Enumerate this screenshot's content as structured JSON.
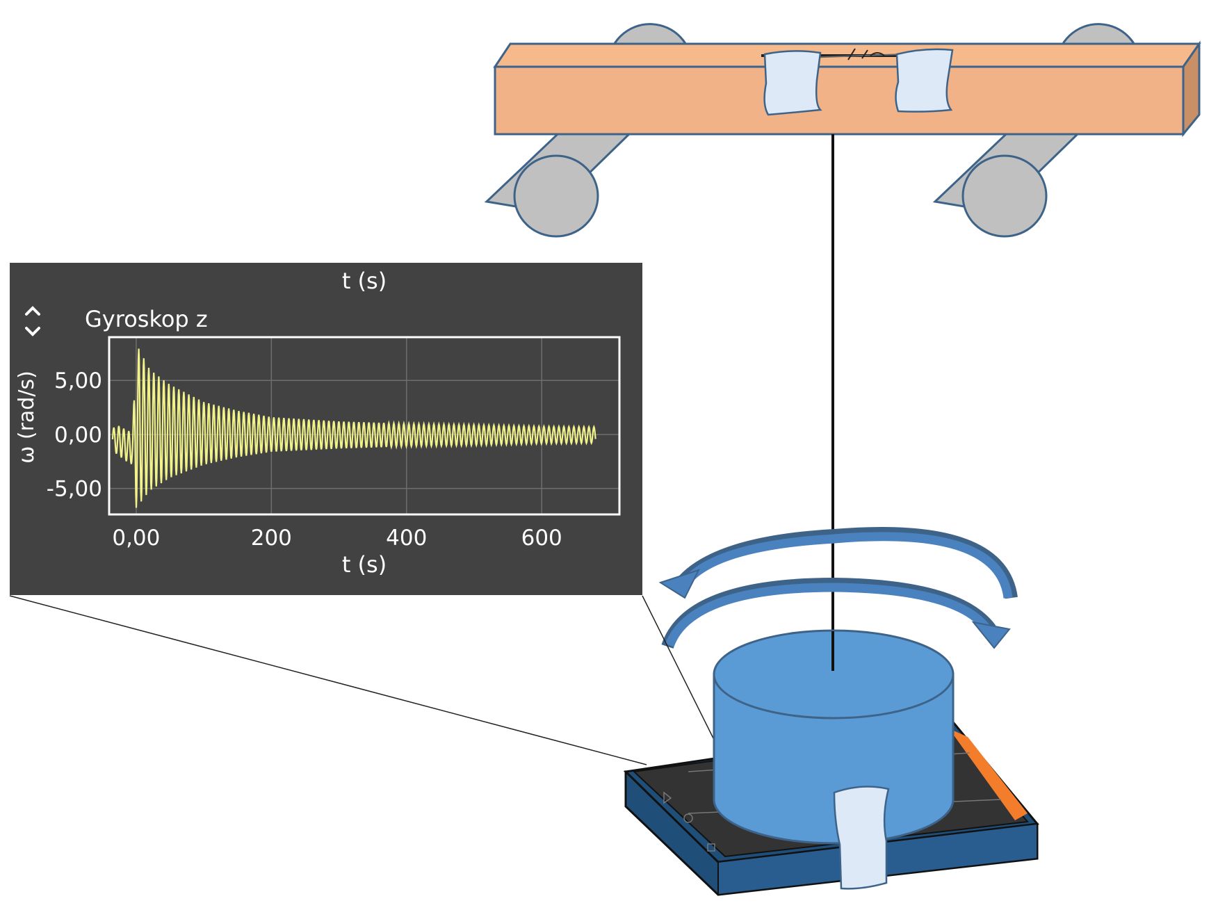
{
  "panel": {
    "top_axis_label": "t (s)",
    "sensor_title": "Gyroskop z",
    "scroll_icon": "up-down-chevrons-icon"
  },
  "colors": {
    "beam_top": "#f5b98c",
    "beam_front": "#f2b287",
    "beam_end": "#c98f67",
    "outline": "#3e6389",
    "roller": "#c0c0c0",
    "tape": "#dde9f6",
    "cylinder": "#5b9bd5",
    "arrow": "#4a82c0",
    "phone_case": "#1f4e79",
    "phone_screen": "#333333",
    "phone_accent": "#f47d2c",
    "panel_bg": "#424242",
    "trace": "#f2f28a"
  },
  "chart_data": {
    "type": "line",
    "title": "Gyroskop z",
    "xlabel": "t (s)",
    "ylabel": "ω (rad/s)",
    "xlim": [
      -40,
      715
    ],
    "ylim": [
      -7.4,
      9.0
    ],
    "x_ticks": [
      0,
      200,
      400,
      600
    ],
    "x_tick_labels": [
      "0,00",
      "200",
      "400",
      "600"
    ],
    "y_ticks": [
      -5,
      0,
      5
    ],
    "y_tick_labels": [
      "-5,00",
      "0,00",
      "5,00"
    ],
    "grid": true,
    "legend": "none",
    "series": [
      {
        "oscillation_period_s": 7.4,
        "envelope": {
          "t": [
            -35,
            -25,
            -12,
            -5,
            0,
            20,
            50,
            100,
            150,
            200,
            300,
            400,
            500,
            600,
            680
          ],
          "max": [
            0.6,
            0.8,
            0.3,
            0.4,
            8.4,
            6.0,
            4.6,
            3.0,
            2.2,
            1.6,
            1.2,
            1.0,
            0.9,
            0.75,
            0.7
          ],
          "min": [
            -1.5,
            -2.0,
            -2.6,
            -2.8,
            -6.8,
            -5.2,
            -4.0,
            -2.8,
            -2.1,
            -1.6,
            -1.3,
            -1.1,
            -1.0,
            -0.85,
            -0.8
          ]
        }
      }
    ]
  }
}
